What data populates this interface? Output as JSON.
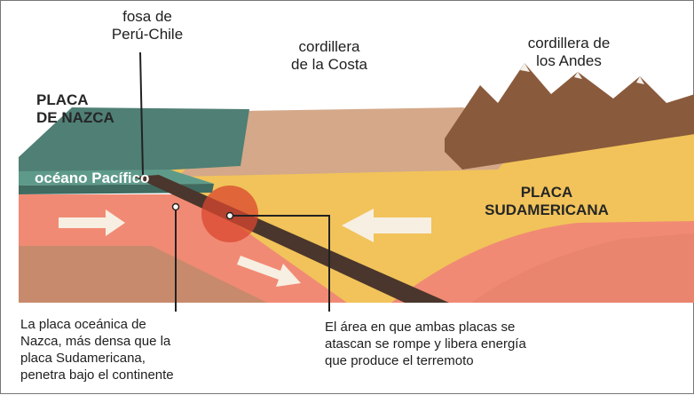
{
  "labels": {
    "fosa": "fosa de\nPerú-Chile",
    "cordillera_costa": "cordillera\nde la Costa",
    "cordillera_andes": "cordillera de\nlos Andes",
    "placa_nazca": "PLACA\nDE NAZCA",
    "oceano": "océano Pacífico",
    "placa_sudamericana": "PLACA\nSUDAMERICANA"
  },
  "captions": {
    "nazca": "La placa oceánica de\nNazca, más densa que la\nplaca Sudamericana,\npenetra bajo el continente",
    "terremoto": "El área en que ambas placas se\natascan se rompe y libera energía\nque produce el terremoto"
  },
  "colors": {
    "ocean_surface": "#4f7f75",
    "ocean_front": "#5e9a8a",
    "costa_land": "#d4a889",
    "andes_mountains": "#8a5a3c",
    "continental_crust": "#f1c35a",
    "mantle": "#f18a74",
    "deep_mantle": "#c88a6c",
    "subducting_slab": "#4a362c",
    "quake_zone": "#d9472f",
    "arrow": "#f7efe2"
  }
}
